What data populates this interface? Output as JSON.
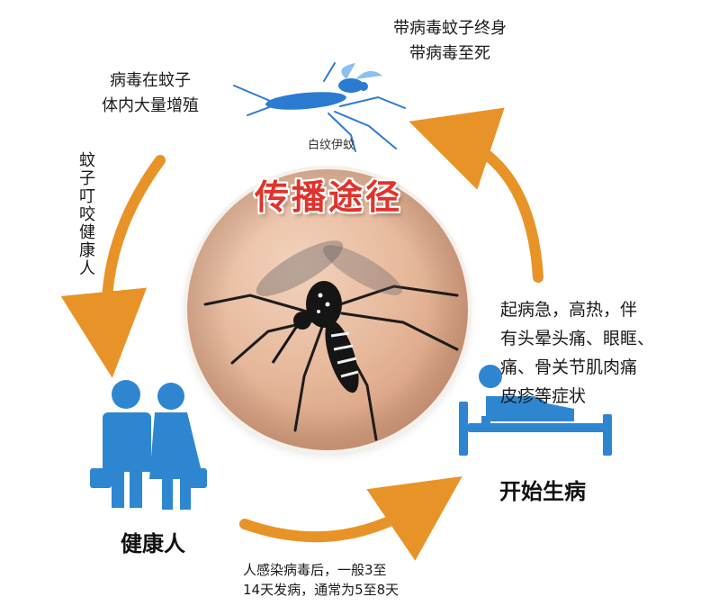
{
  "title": "传播途径",
  "top_note": [
    "带病毒蚊子终身",
    "带病毒至死"
  ],
  "mosquito_label": "白纹伊蚊",
  "top_left_note": [
    "病毒在蚊子",
    "体内大量增殖"
  ],
  "vertical_note": "蚊子叮咬健康人",
  "right_note": [
    "起病急，高热，伴",
    "有头晕头痛、眼眶、",
    "痛、骨关节肌肉痛",
    "皮疹等症状"
  ],
  "sick_label": "开始生病",
  "healthy_label": "健康人",
  "bottom_note": [
    "人感染病毒后，一般3至",
    "14天发病，通常为5至8天"
  ],
  "colors": {
    "arrow": "#e89327",
    "title": "#e0332b",
    "people": "#2e86d0",
    "mosquito_blue": "#2b7bd1"
  },
  "icons": {
    "mosquito": "mosquito-icon",
    "people": "couple-icon",
    "bed": "sick-in-bed-icon"
  }
}
